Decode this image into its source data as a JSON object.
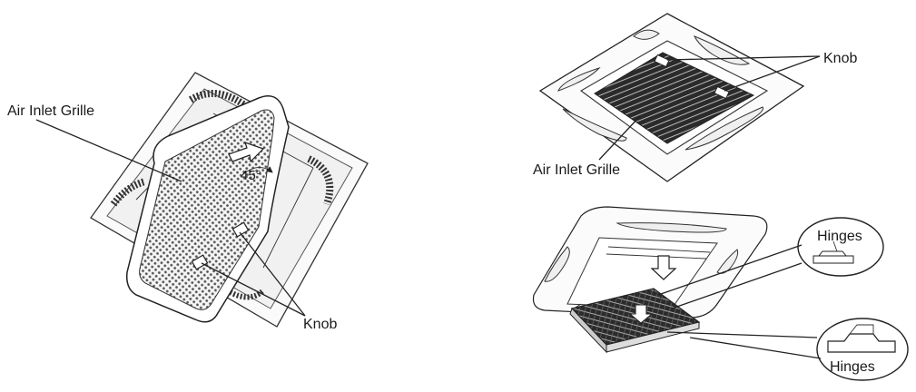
{
  "figure_left": {
    "label_grille": "Air Inlet Grille",
    "label_knob": "Knob",
    "angle_label": "45°"
  },
  "figure_right_top": {
    "label_knob": "Knob",
    "label_grille": "Air Inlet Grille"
  },
  "figure_right_bottom": {
    "label_hinges_top": "Hinges",
    "label_hinges_bottom": "Hinges"
  }
}
